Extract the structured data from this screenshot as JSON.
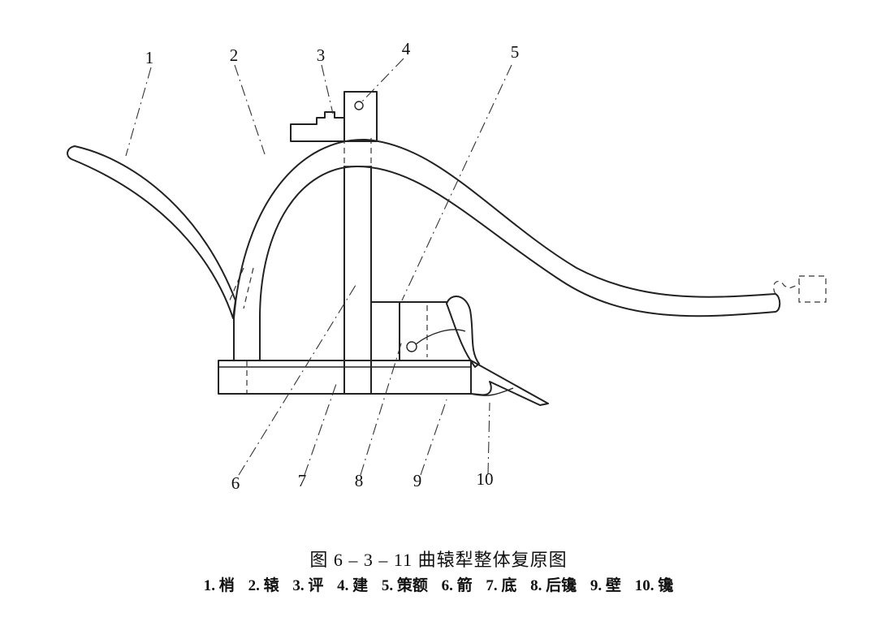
{
  "figure": {
    "callouts": [
      "1",
      "2",
      "3",
      "4",
      "5",
      "6",
      "7",
      "8",
      "9",
      "10"
    ],
    "caption_title": "图 6 – 3 – 11   曲辕犁整体复原图",
    "legend": [
      "1. 梢",
      "2. 辕",
      "3. 评",
      "4. 建",
      "5. 策额",
      "6. 箭",
      "7. 底",
      "8. 后镵",
      "9. 壁",
      "10. 镵"
    ]
  }
}
